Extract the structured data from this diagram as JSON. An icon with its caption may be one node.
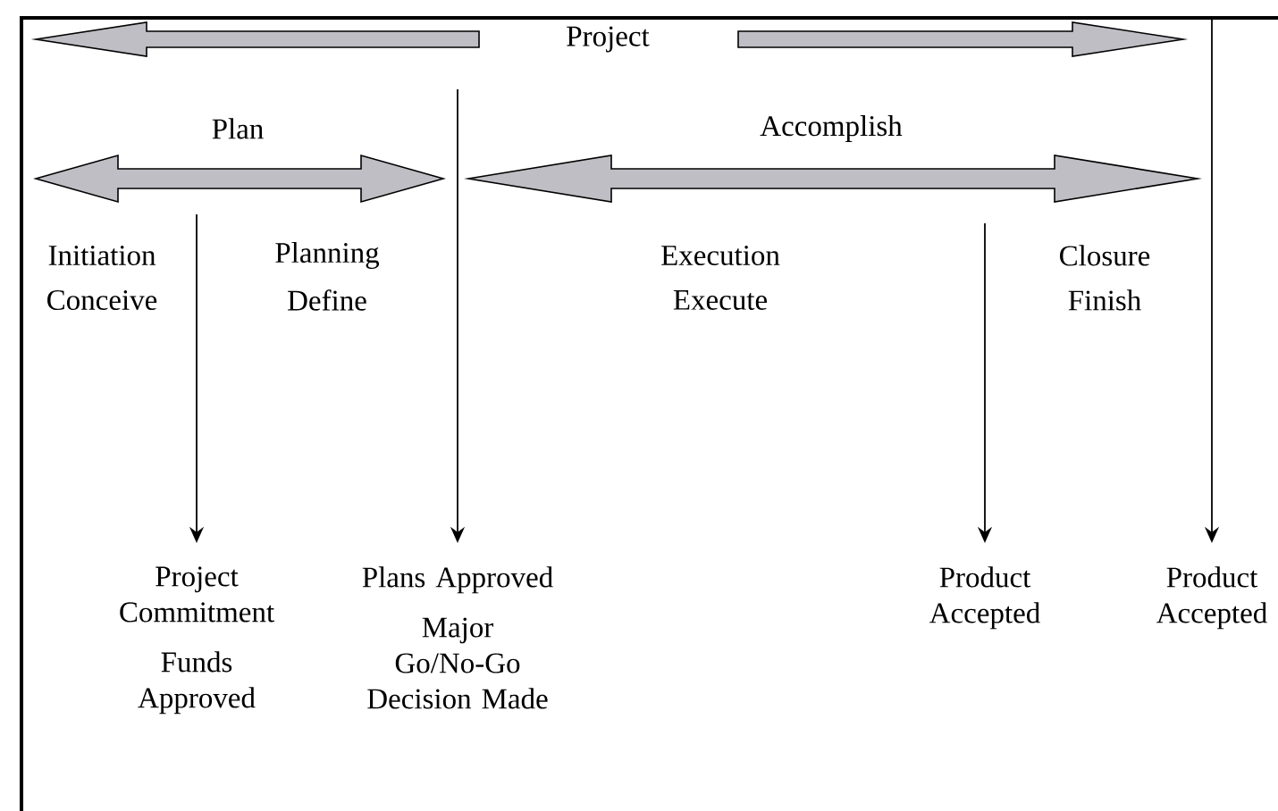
{
  "diagram": {
    "nodes": [
      {
        "text": [
          "Project Commitment",
          "Funds Approved"
        ]
      },
      {
        "text": [
          "Plans Approved",
          "Major Go/No-Go Decision Made"
        ]
      },
      {
        "text": [
          "Product Accepted"
        ]
      },
      {
        "text": [
          "Product Accepted"
        ]
      }
    ],
    "edges": [
      {
        "from": null,
        "to": 0,
        "arrow": "to"
      },
      {
        "from": null,
        "to": 1,
        "arrow": "to"
      },
      {
        "from": null,
        "to": 2,
        "arrow": "to"
      },
      {
        "from": null,
        "to": 3,
        "arrow": "to"
      }
    ],
    "labels": [
      "Project",
      "Plan",
      "Accomplish",
      "Initiation",
      "Planning",
      "Execution",
      "Closure",
      "Conceive",
      "Define",
      "Execute",
      "Finish"
    ]
  }
}
